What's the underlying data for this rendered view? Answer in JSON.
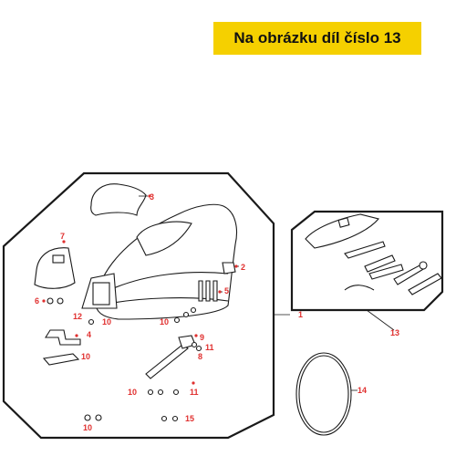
{
  "banner": {
    "text": "Na obrázku díl číslo 13"
  },
  "callouts": {
    "c1": "1",
    "c2": "2",
    "c3": "3",
    "c4": "4",
    "c5": "5",
    "c6": "6",
    "c7": "7",
    "c8": "8",
    "c9": "9",
    "c10a": "10",
    "c10b": "10",
    "c10c": "10",
    "c10d": "10",
    "c10e": "10",
    "c11a": "11",
    "c11b": "11",
    "c12": "12",
    "c13": "13",
    "c14": "14",
    "c15": "15"
  },
  "colors": {
    "banner_bg": "#f5d000",
    "callout": "#e0302f",
    "line": "#1a1a1a"
  }
}
